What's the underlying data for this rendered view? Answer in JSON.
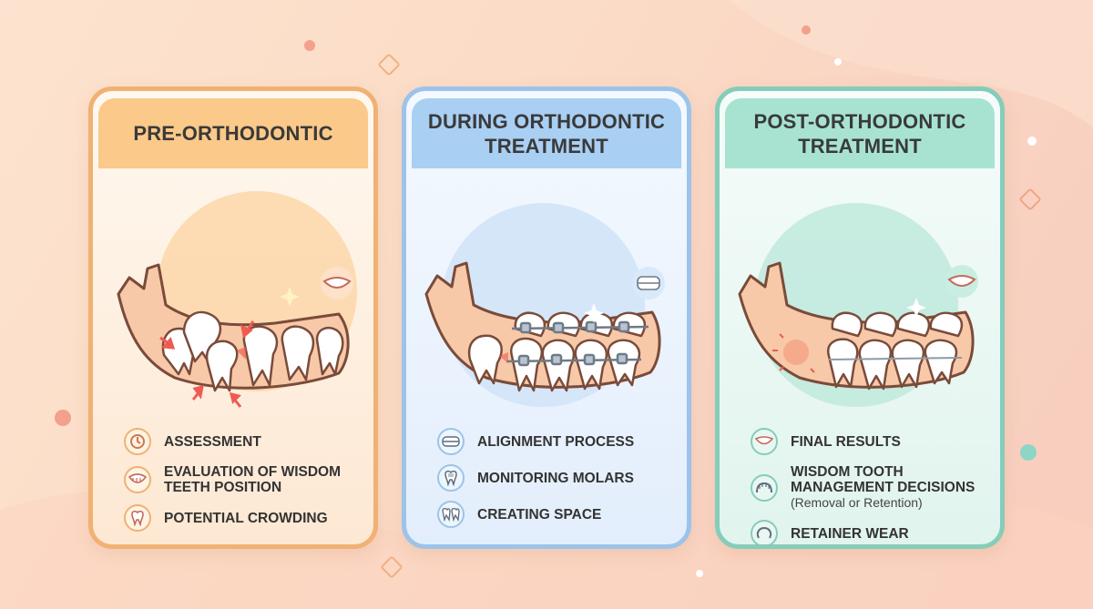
{
  "cards": [
    {
      "id": "pre",
      "title": "PRE-ORTHODONTIC",
      "items": [
        {
          "icon": "clock-icon",
          "label": "ASSESSMENT"
        },
        {
          "icon": "crowded-teeth-icon",
          "label": "EVALUATION OF WISDOM TEETH POSITION"
        },
        {
          "icon": "tooth-icon",
          "label": "POTENTIAL CROWDING"
        }
      ]
    },
    {
      "id": "during",
      "title": "DURING ORTHODONTIC\nTREATMENT",
      "items": [
        {
          "icon": "braces-icon",
          "label": "ALIGNMENT PROCESS"
        },
        {
          "icon": "molar-bracket-icon",
          "label": "MONITORING MOLARS"
        },
        {
          "icon": "teeth-space-icon",
          "label": "CREATING SPACE"
        }
      ]
    },
    {
      "id": "post",
      "title": "POST-ORTHODONTIC\nTREATMENT",
      "items": [
        {
          "icon": "smile-icon",
          "label": "FINAL RESULTS"
        },
        {
          "icon": "retainer-icon",
          "label": "WISDOM TOOTH MANAGEMENT DECISIONS",
          "sub": "(Removal or Retention)"
        },
        {
          "icon": "retainer-wire-icon",
          "label": "RETAINER WEAR"
        }
      ]
    }
  ],
  "colors": {
    "pre_accent": "#f0b173",
    "during_accent": "#9cc4ea",
    "post_accent": "#85cdb9",
    "gum": "#f7c9a8",
    "tooth": "#ffffff",
    "alert": "#ef5b52"
  }
}
